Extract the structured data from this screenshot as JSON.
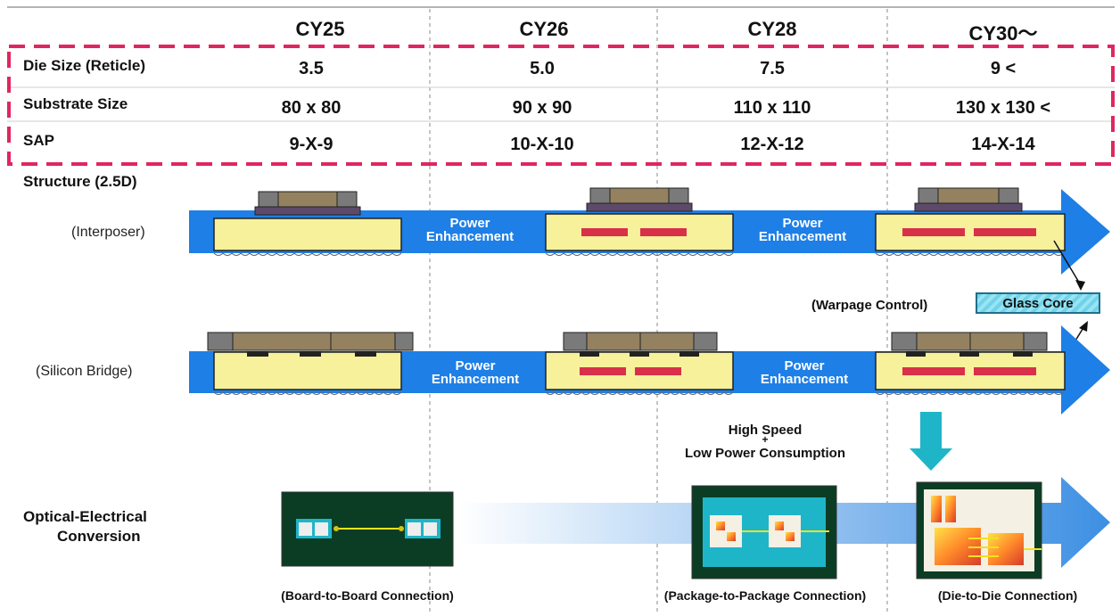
{
  "columns": [
    "CY25",
    "CY26",
    "CY28",
    "CY30〜"
  ],
  "rows": [
    {
      "label": "Die Size (Reticle)",
      "values": [
        "3.5",
        "5.0",
        "7.5",
        "9 <"
      ]
    },
    {
      "label": "Substrate Size",
      "values": [
        "80 x 80",
        "90 x 90",
        "110 x 110",
        "130 x 130 <"
      ]
    },
    {
      "label": "SAP",
      "values": [
        "9-X-9",
        "10-X-10",
        "12-X-12",
        "14-X-14"
      ]
    }
  ],
  "structure": {
    "title": "Structure (2.5D)",
    "interposer_label": "(Interposer)",
    "bridge_label": "(Silicon Bridge)",
    "power_line1": "Power",
    "power_line2": "Enhancement",
    "warpage_label": "(Warpage Control)",
    "glass_core": "Glass Core"
  },
  "speed": {
    "line1": "High Speed",
    "plus": "+",
    "line2": "Low Power Consumption"
  },
  "optical": {
    "title_line1": "Optical-Electrical",
    "title_line2": "Conversion",
    "captions": [
      "(Board-to-Board Connection)",
      "(Package-to-Package Connection)",
      "(Die-to-Die Connection)"
    ]
  },
  "colors": {
    "arrow_blue": "#1e7fe6",
    "substrate_yellow": "#f6f19a",
    "highlight_box": "#e0265f",
    "glass_cyan": "#7fdcef",
    "chip_brown": "#948160",
    "board_green": "#0a3d24",
    "teal_accent": "#1fb5c8"
  }
}
